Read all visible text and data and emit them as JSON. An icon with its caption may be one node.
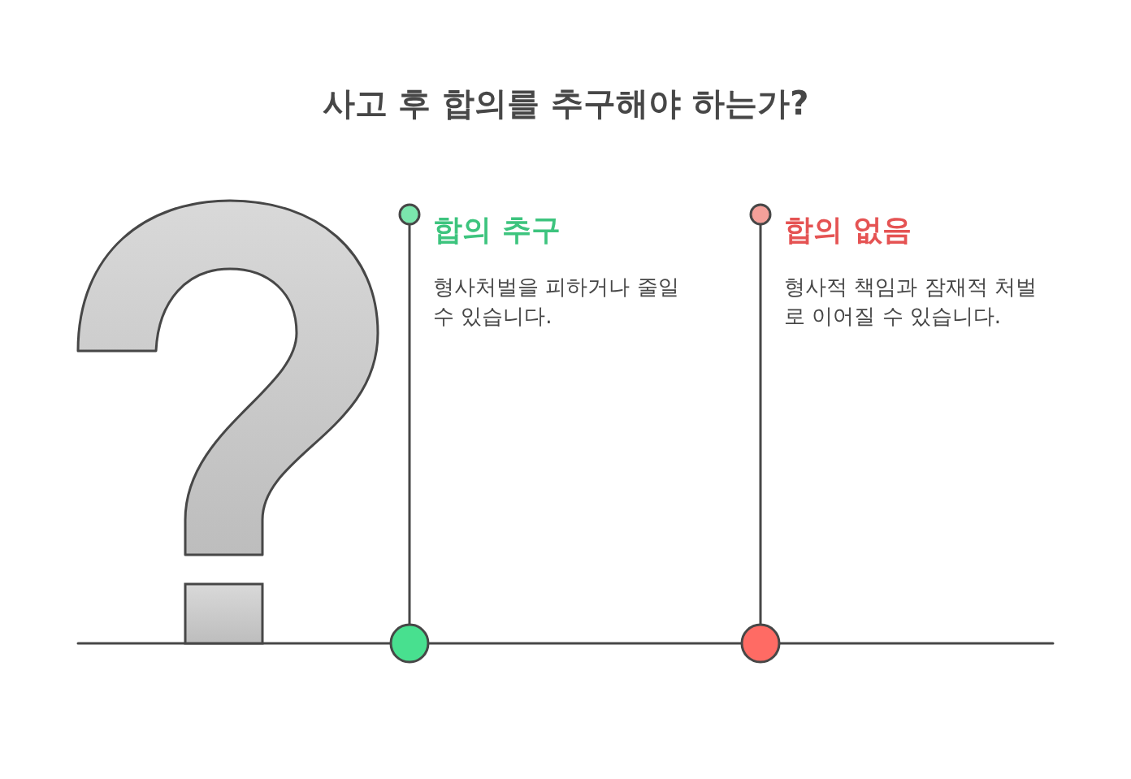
{
  "diagram": {
    "title": "사고 후 합의를 추구해야 하는가?",
    "nodes": [
      {
        "text": [],
        "shape": "circle",
        "beside": [
          "합의 추구",
          "형사처벌을 피하거나 줄일 수 있습니다."
        ]
      },
      {
        "text": [],
        "shape": "circle"
      },
      {
        "text": [],
        "shape": "circle",
        "beside": [
          "합의 없음",
          "형사적 책임과 잠재적 처벌로 이어질 수 있습니다."
        ]
      },
      {
        "text": [],
        "shape": "circle"
      }
    ],
    "edges": [
      {
        "from": 0,
        "to": 1,
        "arrow": "none"
      },
      {
        "from": 2,
        "to": 3,
        "arrow": "none"
      }
    ]
  }
}
